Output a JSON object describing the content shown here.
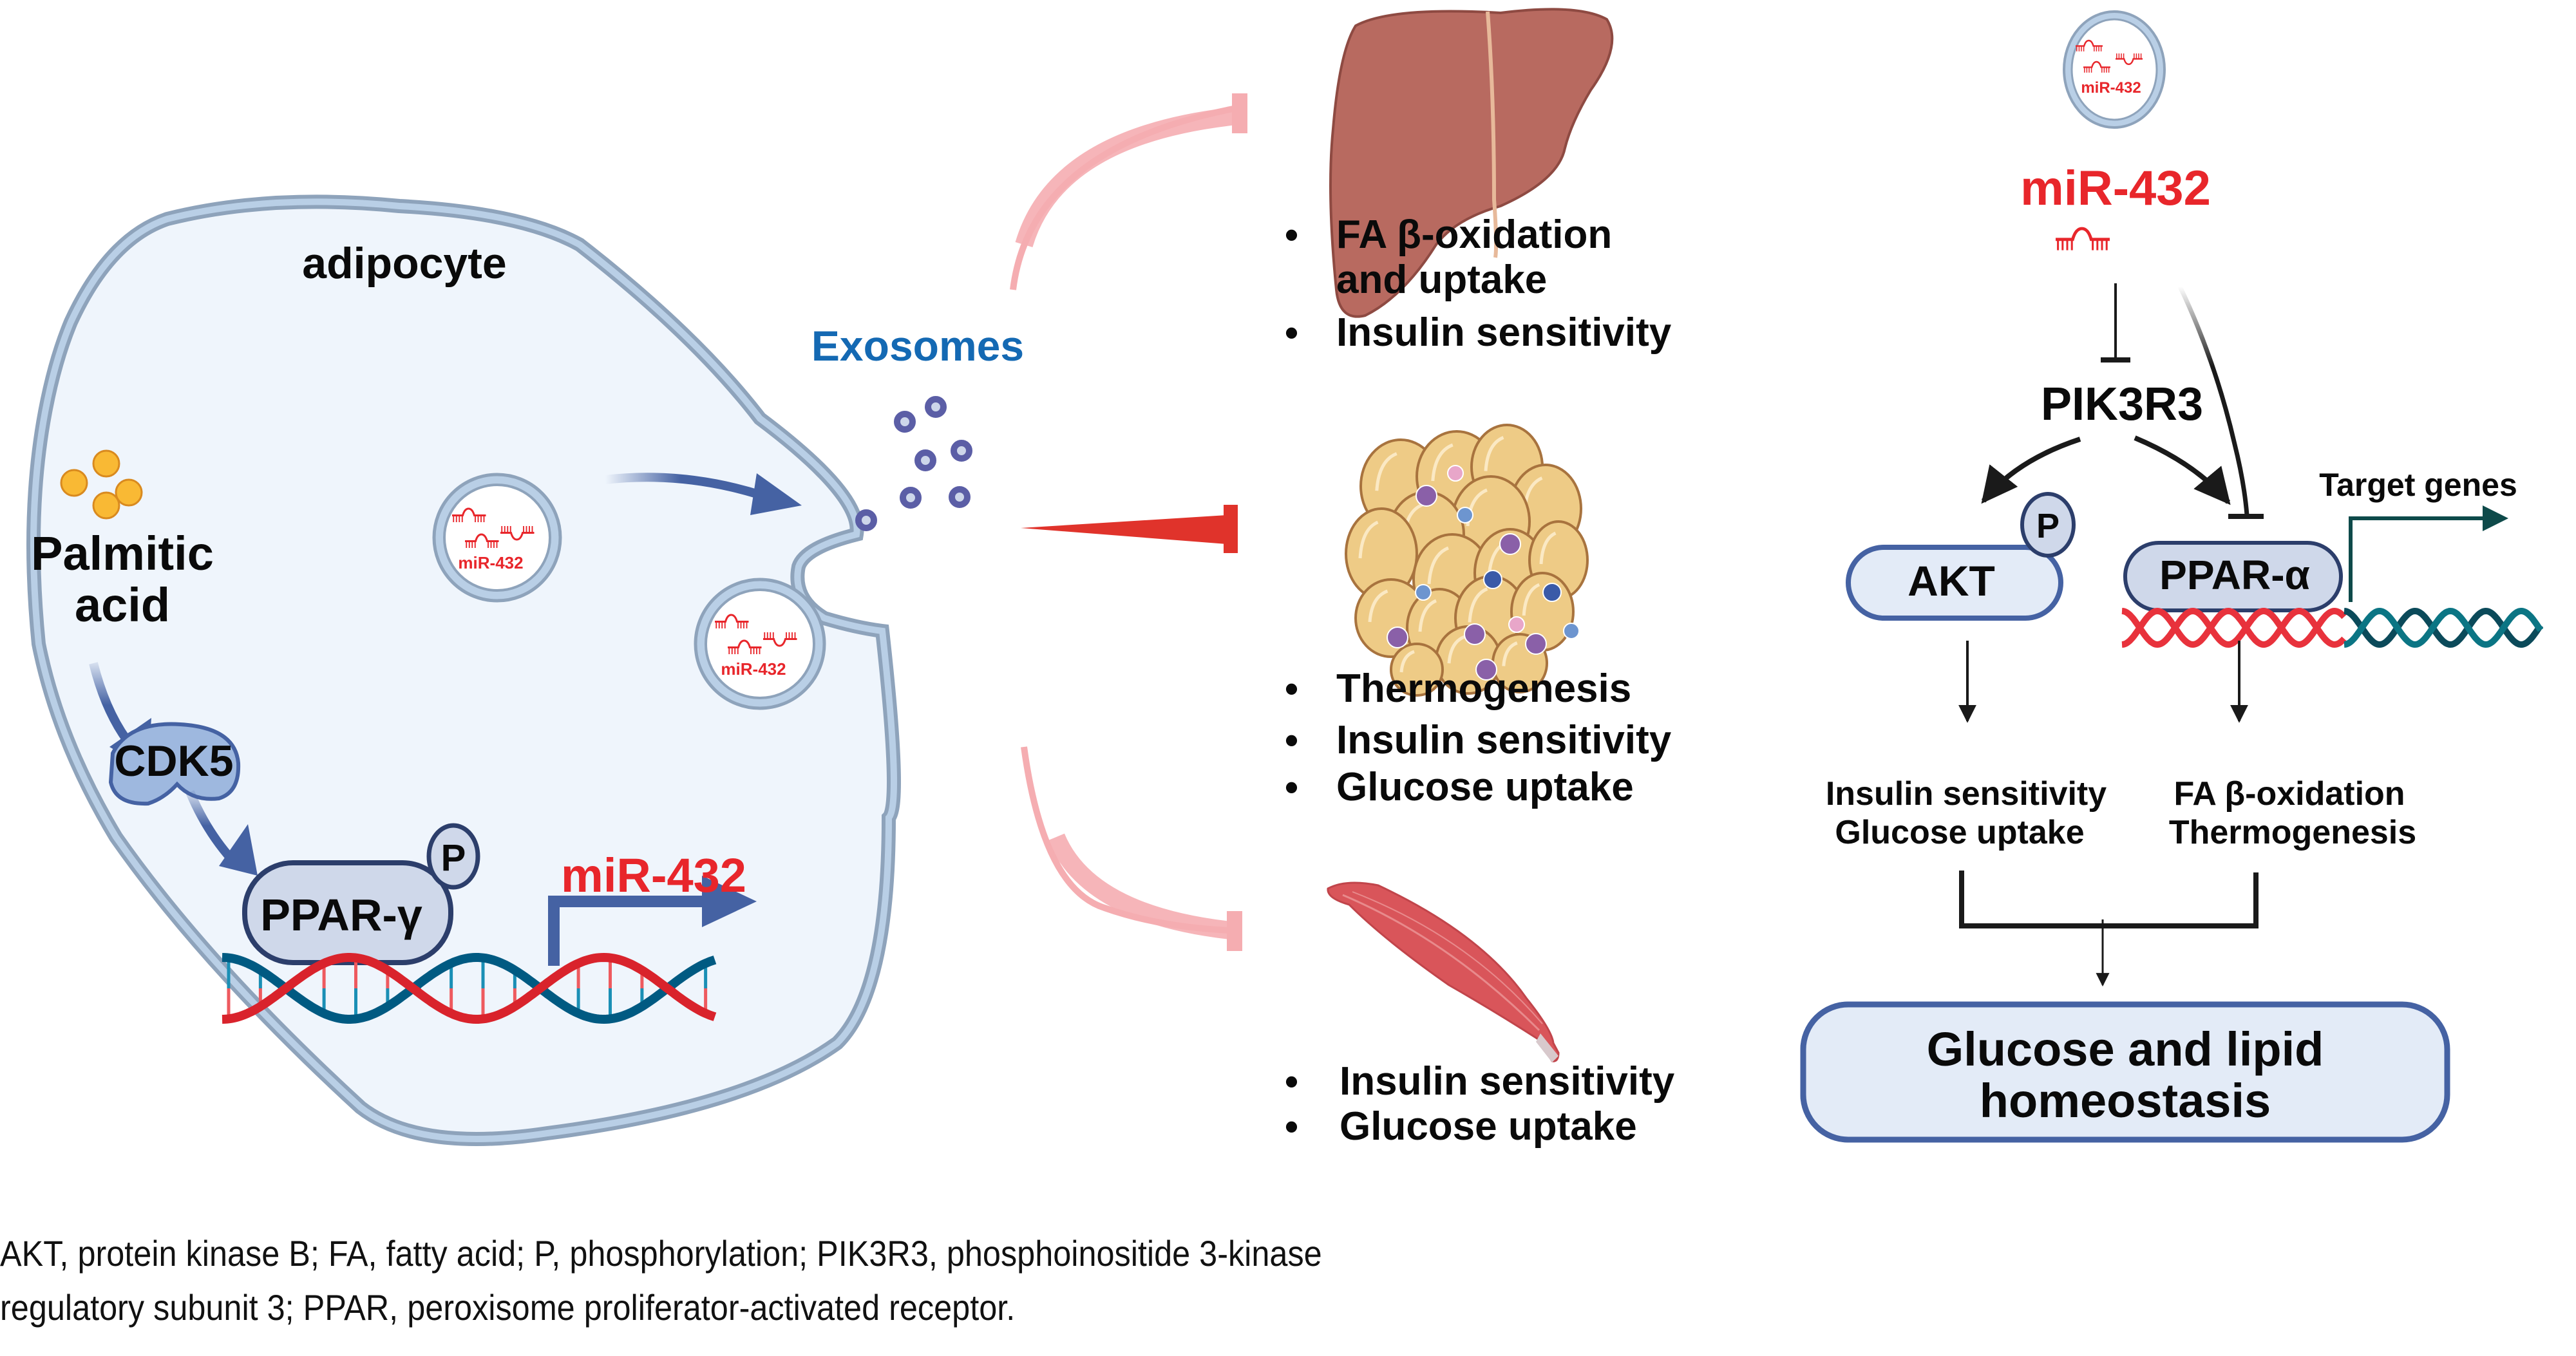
{
  "left_panel": {
    "cell_label": "adipocyte",
    "palmitic_acid_line1": "Palmitic",
    "palmitic_acid_line2": "acid",
    "cdk5": "CDK5",
    "ppar_gamma": "PPAR-γ",
    "phospho_label": "P",
    "mirna_gene": "miR-432",
    "vesicle_label": "miR-432",
    "exosomes": "Exosomes"
  },
  "middle_panel": {
    "liver": {
      "effects": [
        "FA β-oxidation",
        "and uptake",
        "Insulin sensitivity"
      ]
    },
    "adipose": {
      "effects": [
        "Thermogenesis",
        "Insulin sensitivity",
        "Glucose uptake"
      ]
    },
    "muscle": {
      "effects": [
        "Insulin sensitivity",
        "Glucose uptake"
      ]
    },
    "bullet": "•"
  },
  "right_panel": {
    "vesicle_label": "miR-432",
    "mirna": "miR-432",
    "pik3r3": "PIK3R3",
    "akt": "AKT",
    "akt_phospho": "P",
    "ppar_alpha": "PPAR-α",
    "target_genes": "Target genes",
    "akt_outcome_line1": "Insulin sensitivity",
    "akt_outcome_line2": "Glucose uptake",
    "ppar_outcome_line1": "FA β-oxidation",
    "ppar_outcome_line2": "Thermogenesis",
    "final_line1": "Glucose and lipid",
    "final_line2": "homeostasis"
  },
  "colors": {
    "membrane": "#8ea3bb",
    "membrane_fill": "#b9cfe6",
    "cytoplasm": "#eff5fc",
    "arrow_blue": "#4562a3",
    "mirna_red": "#e8262b",
    "exosome_purple": "#5b5ea6",
    "inhibit_pink": "#f5adb1",
    "inhibit_red": "#e0332b",
    "protein_fill": "#cfd8ea",
    "protein_stroke": "#2c3e6b",
    "box_fill": "#e3ebf7",
    "box_stroke": "#4562a3",
    "exosome_text": "#1469b3",
    "dna_red": "#d9232c",
    "dna_teal": "#005a82",
    "target_teal": "#0e4a4a"
  },
  "caption": {
    "line1": "AKT, protein kinase B; FA, fatty acid; P, phosphorylation; PIK3R3, phosphoinositide 3-kinase",
    "line2": "regulatory subunit 3; PPAR, peroxisome proliferator-activated receptor."
  }
}
